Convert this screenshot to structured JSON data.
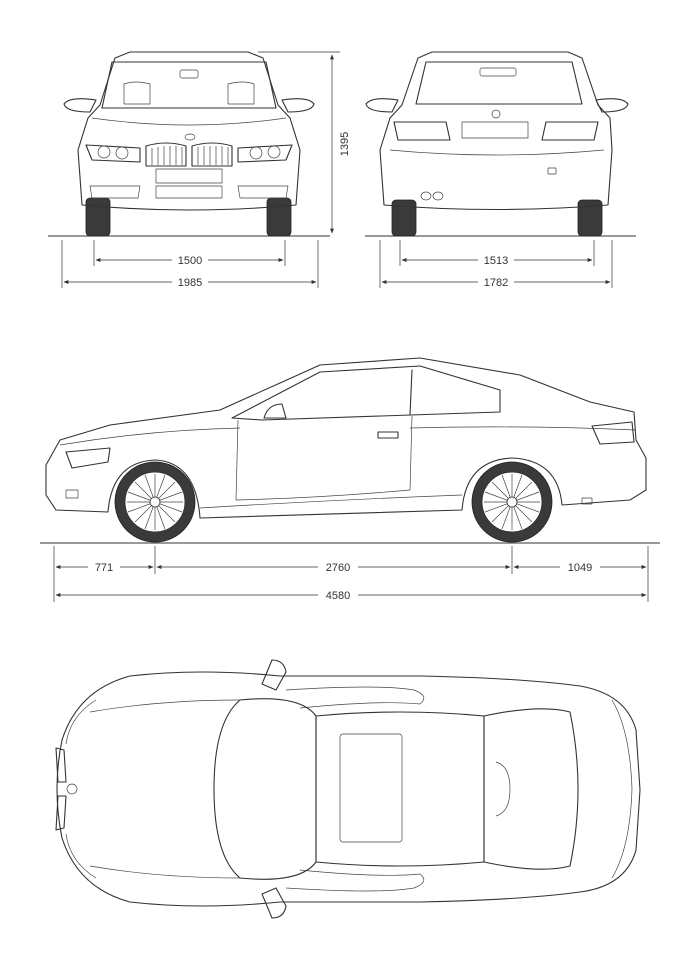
{
  "dimensions": {
    "front_track": "1500",
    "front_width": "1985",
    "height": "1395",
    "rear_track": "1513",
    "rear_width": "1782",
    "front_overhang": "771",
    "wheelbase": "2760",
    "rear_overhang": "1049",
    "length": "4580"
  },
  "colors": {
    "line": "#333333",
    "background": "#ffffff"
  }
}
